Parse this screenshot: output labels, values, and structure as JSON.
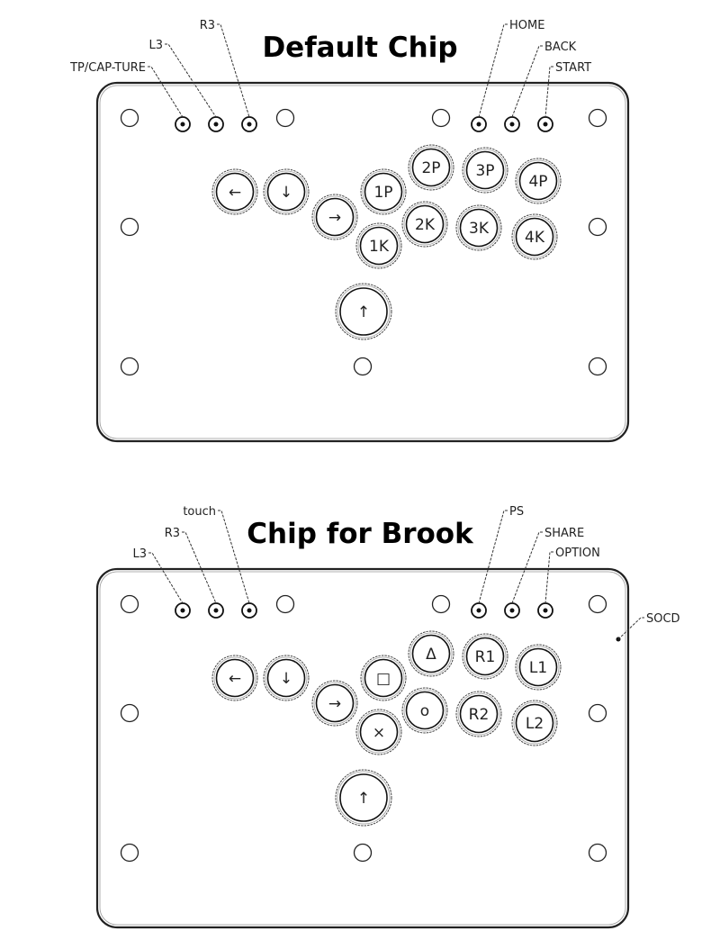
{
  "panels": [
    {
      "title": "Default Chip",
      "left_labels": [
        "TP/CAP-TURE",
        "L3",
        "R3"
      ],
      "right_labels": [
        "HOME",
        "BACK",
        "START"
      ],
      "buttons": [
        "←",
        "↓",
        "→",
        "1P",
        "2P",
        "3P",
        "4P",
        "1K",
        "2K",
        "3K",
        "4K",
        "↑"
      ],
      "extra_label": null
    },
    {
      "title": "Chip for Brook",
      "left_labels": [
        "L3",
        "R3",
        "touch"
      ],
      "right_labels": [
        "PS",
        "SHARE",
        "OPTION"
      ],
      "buttons": [
        "←",
        "↓",
        "→",
        "□",
        "Δ",
        "R1",
        "L1",
        "×",
        "o",
        "R2",
        "L2",
        "↑"
      ],
      "extra_label": "SOCD"
    }
  ]
}
